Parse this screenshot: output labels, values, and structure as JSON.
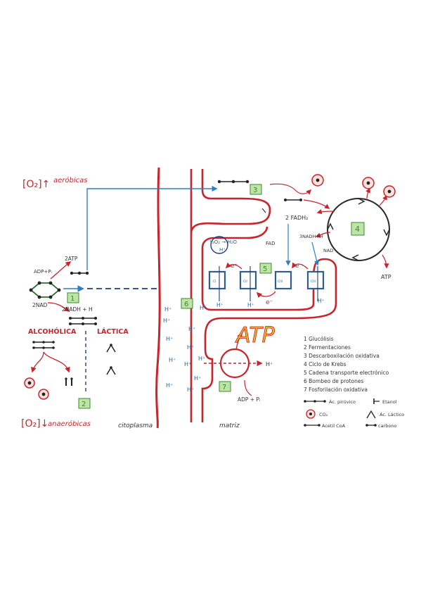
{
  "oxygen_high": "[O₂]↑",
  "aerobic_label": "aeróbicas",
  "oxygen_low": "[O₂]↓",
  "anaerobic_label": "anaeróbicas",
  "cytoplasm_label": "citoplasma",
  "matrix_label": "matriz",
  "glycolysis": {
    "in_label": "ADP+Pᵢ",
    "atp_label": "2ATP",
    "nad_label": "2NAD",
    "nadh_label": "2NADH + H",
    "step": "1"
  },
  "fermentation": {
    "alcoholic": "ALCOHÓLICA",
    "lactic": "LÁCTICA",
    "step": "2"
  },
  "mito": {
    "step3": "3",
    "step4": "4",
    "step5": "5",
    "step6": "6",
    "step7": "7",
    "fadh2": "2 FADH₂",
    "fad": "FAD",
    "nadh": "3NADH+H",
    "nad": "NAD",
    "atp_cycle": "ATP",
    "water_reaction": "½O₂ → H₂O",
    "water_h": "H⁺",
    "electron": "e⁻",
    "complexes": [
      "CI",
      "CII",
      "CIII",
      "CIV"
    ],
    "atp_big": "ATP",
    "adp": "ADP + Pᵢ",
    "h_out": "H⁺",
    "proton": "H⁺"
  },
  "legend": {
    "items": [
      "1 Glucólisis",
      "2 Fermentaciones",
      "3 Descarboxilación oxidativa",
      "4 Ciclo de Krebs",
      "5 Cadena transporte electrónico",
      "6 Bombeo de protones",
      "7 Fosforilación oxidativa"
    ],
    "key_pyruvic": "Ác. pirúvico",
    "key_ethanol": "Etanol",
    "key_co2": "CO₂",
    "key_lactic": "Ác. Láctico",
    "key_acetyl": "Acetil CoA",
    "key_carbon": "carbono"
  },
  "colors": {
    "membrane": "#c8242b",
    "arrow": "#2f7fc0",
    "complex": "#2f5f8f",
    "label": "#3a8a2c"
  }
}
